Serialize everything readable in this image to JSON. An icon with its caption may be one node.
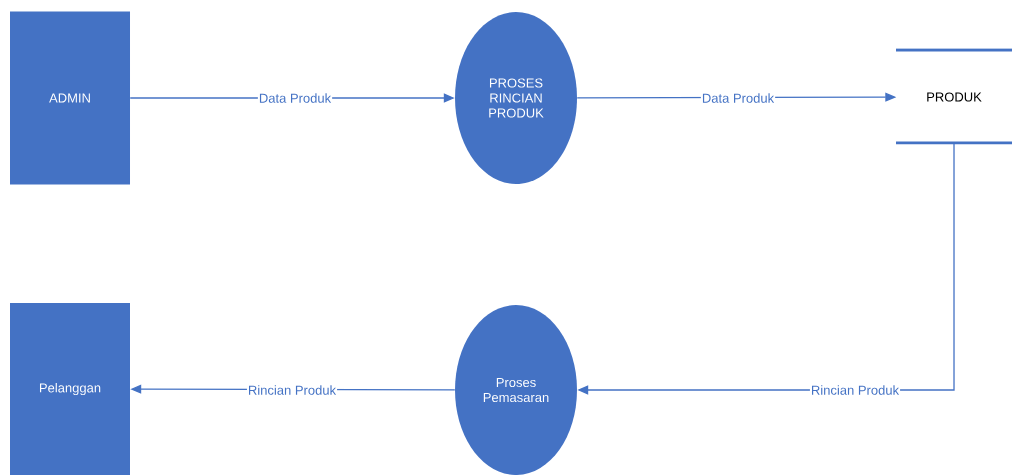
{
  "diagram": {
    "nodes": [
      {
        "text": [
          "ADMIN"
        ]
      },
      {
        "text": [
          "PROSES RINCIAN PRODUK"
        ]
      },
      {
        "text": [
          "PRODUK"
        ]
      },
      {
        "text": [
          "Pelanggan"
        ]
      },
      {
        "text": [
          "Proses Pemasaran"
        ]
      }
    ],
    "edges": [
      {
        "from": 0,
        "to": 1,
        "arrow": "to",
        "label": "Data Produk"
      },
      {
        "from": 1,
        "to": 2,
        "arrow": "to",
        "label": "Data Produk"
      },
      {
        "from": 2,
        "to": 4,
        "arrow": "to",
        "label": "Rincian Produk"
      },
      {
        "from": 4,
        "to": 3,
        "arrow": "to",
        "label": "Rincian Produk"
      }
    ]
  }
}
